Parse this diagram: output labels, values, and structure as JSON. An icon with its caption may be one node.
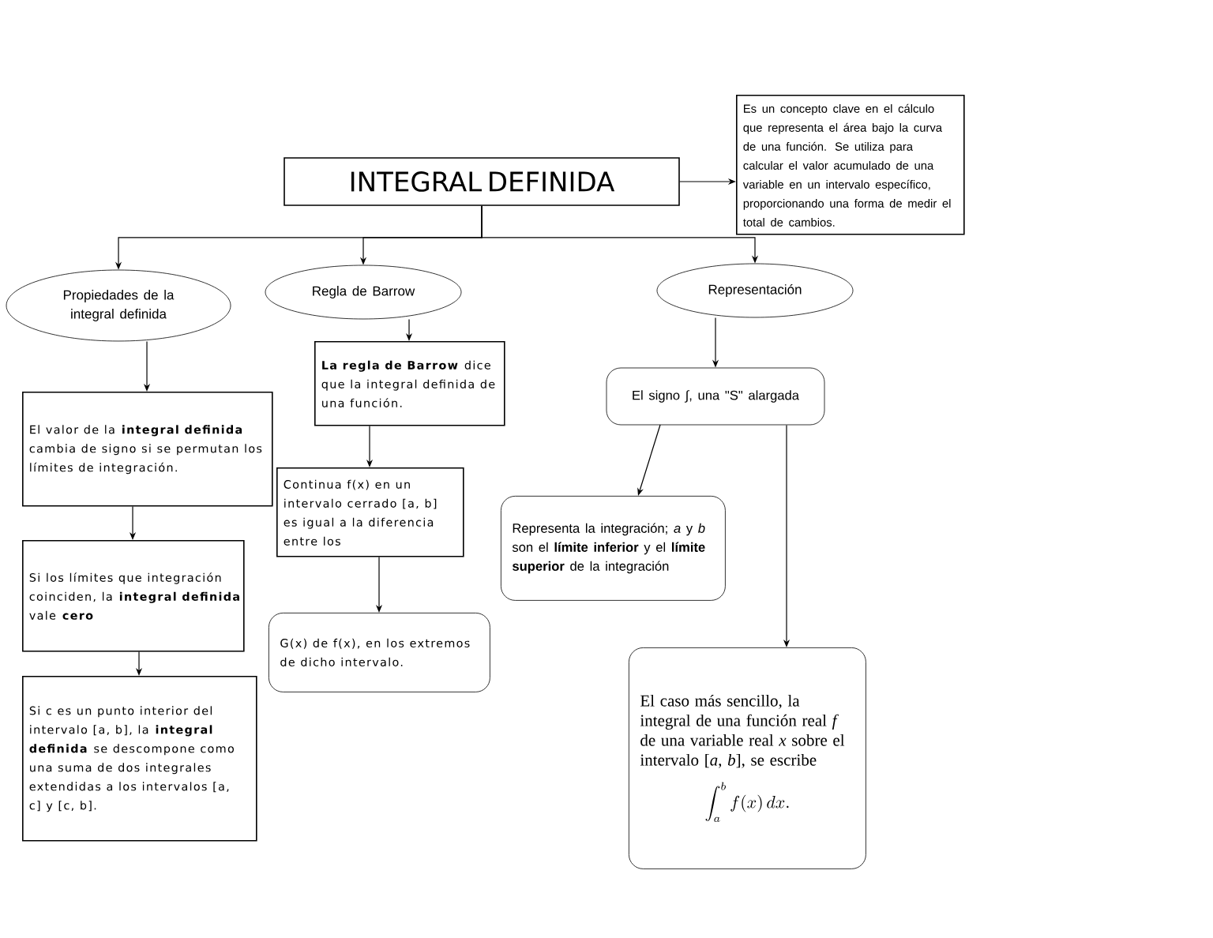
{
  "diagram": {
    "nodes": [
      {
        "text": [
          "INTEGRAL DEFINIDA"
        ]
      },
      {
        "text": [
          "Es un concepto clave en el cálculo que representa el área bajo la curva de una función. Se utiliza para calcular el valor acumulado de una variable en un intervalo específico, proporcionando una forma de medir el total de cambios."
        ]
      },
      {
        "text": [
          "Propiedades de la integral definida"
        ]
      },
      {
        "text": [
          "Regla de Barrow"
        ]
      },
      {
        "text": [
          "Representación"
        ]
      },
      {
        "text": [
          "El valor de la **integral definida** cambia de signo si se permutan los límites de integración."
        ]
      },
      {
        "text": [
          "Si los límites que integración coinciden, la **integral definida** vale **cero**"
        ]
      },
      {
        "text": [
          "Si c es un punto interior del intervalo [a, b], la **integral definida** se descompone como una suma de dos integrales extendidas a los intervalos [a, c] y [c, b]."
        ]
      },
      {
        "text": [
          "**La regla de Barrow** dice que la integral definida de una función."
        ]
      },
      {
        "text": [
          "Continua f(x) en un intervalo cerrado [a, b] es igual a la diferencia entre los"
        ]
      },
      {
        "text": [
          "G(x) de f(x), en los extremos de dicho intervalo."
        ]
      },
      {
        "text": [
          "El signo ∫, una \"S\" alargada"
        ]
      },
      {
        "text": [
          "Representa la integración; *a* y *b* son el **límite inferior** y el **límite superior** de la integración"
        ]
      },
      {
        "text": [
          "El caso más sencillo, la integral de una función real *f* de una variable real *x* sobre el intervalo [*a*, *b*], se escribe",
          "\\int_a^b f(x)\\,dx."
        ]
      }
    ],
    "edges": [
      {
        "from": 0,
        "to": 1,
        "arrow": "to"
      },
      {
        "from": 0,
        "to": 2,
        "arrow": "to"
      },
      {
        "from": 0,
        "to": 3,
        "arrow": "to"
      },
      {
        "from": 0,
        "to": 4,
        "arrow": "to"
      },
      {
        "from": 2,
        "to": 5,
        "arrow": "to"
      },
      {
        "from": 5,
        "to": 6,
        "arrow": "to"
      },
      {
        "from": 6,
        "to": 7,
        "arrow": "to"
      },
      {
        "from": 3,
        "to": 8,
        "arrow": "to"
      },
      {
        "from": 8,
        "to": 9,
        "arrow": "to"
      },
      {
        "from": 9,
        "to": 10,
        "arrow": "to"
      },
      {
        "from": 4,
        "to": 11,
        "arrow": "to"
      },
      {
        "from": 11,
        "to": 12,
        "arrow": "to"
      },
      {
        "from": 11,
        "to": 13,
        "arrow": "to"
      }
    ]
  }
}
